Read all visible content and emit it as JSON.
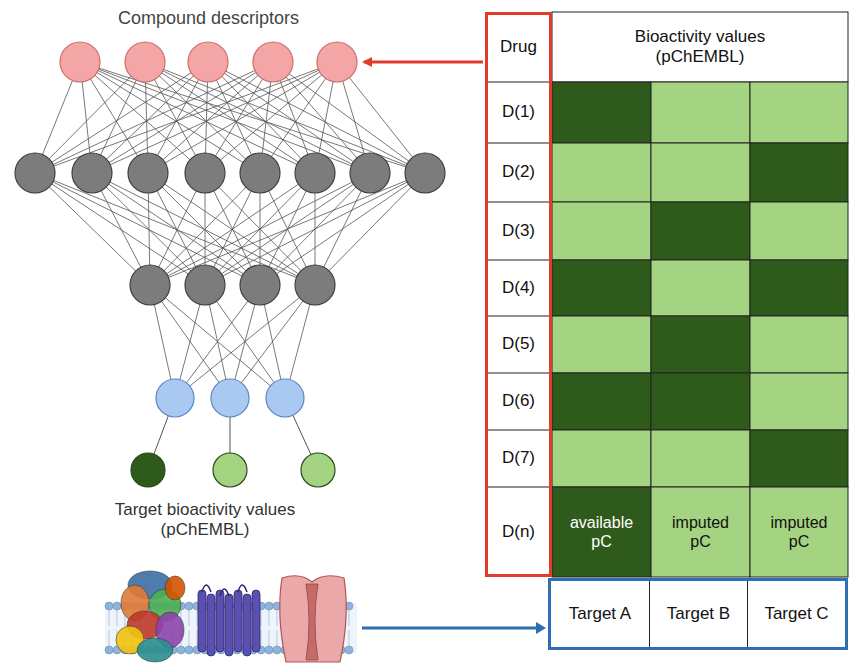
{
  "diagram": {
    "nodes": [
      {
        "text": [
          "Compound descriptors"
        ]
      },
      {
        "text": [
          "Drug",
          "D(1)",
          "D(2)",
          "D(3)",
          "D(4)",
          "D(5)",
          "D(6)",
          "D(7)",
          "D(n)"
        ]
      },
      {
        "text": [
          "Target A",
          "Target B",
          "Target C"
        ]
      }
    ],
    "edges": [
      {
        "from": 1,
        "to": 0,
        "arrow": "to"
      }
    ],
    "labels": [
      "Bioactivity values (pChEMBL)",
      "available pC",
      "imputed pC",
      "imputed pC",
      "Target bioactivity values (pChEMBL)"
    ]
  }
}
